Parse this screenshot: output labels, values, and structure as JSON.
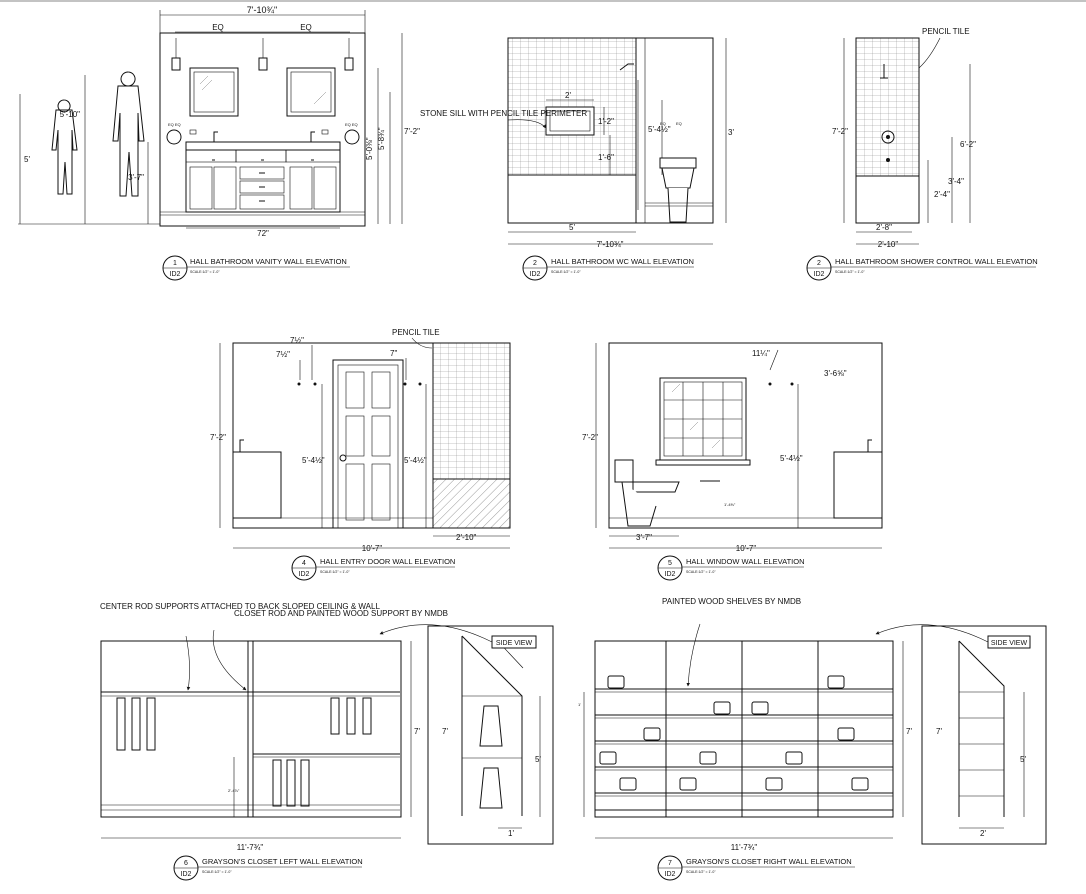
{
  "vanity": {
    "overall_width": "7'-10¾\"",
    "eq_left": "EQ",
    "eq_right": "EQ",
    "person_height": "5'",
    "person_tall": "5'-10\"",
    "counter_height": "3'-7\"",
    "cabinet_width": "72\"",
    "mirror_top": "5'-8¾\"",
    "mirror_center": "5'-0⅜\"",
    "wall_height": "7'-2\"",
    "eq_small": "EQ",
    "number": "1",
    "sheet": "ID2",
    "title": "HALL BATHROOM VANITY WALL ELEVATION",
    "scale": "SCALE:1/2\" = 1'-0\""
  },
  "wc": {
    "note": "STONE SILL WITH PENCIL TILE PERIMETER",
    "niche_width": "2'",
    "niche_height": "1'-2\"",
    "niche_above": "1'-6\"",
    "shower_width": "5'",
    "overall_width": "7'-10¾\"",
    "grab_height": "5'-4½\"",
    "wall_height": "3'",
    "eq": "EQ",
    "number": "2",
    "sheet": "ID2",
    "title": "HALL BATHROOM WC WALL ELEVATION",
    "scale": "SCALE:1/2\" = 1'-0\""
  },
  "shower": {
    "note": "PENCIL TILE",
    "wall_height": "7'-2\"",
    "head_height": "6'-2\"",
    "valve_height": "3'-4\"",
    "spout_height": "2'-4\"",
    "inner_width": "2'-8\"",
    "outer_width": "2'-10\"",
    "number": "2",
    "sheet": "ID2",
    "title": "HALL BATHROOM SHOWER CONTROL WALL ELEVATION",
    "scale": "SCALE:1/2\" = 1'-0\""
  },
  "entry": {
    "dim_a": "7½\"",
    "dim_b": "7½\"",
    "dim_c": "7\"",
    "note": "PENCIL TILE",
    "wall_height": "7'-2\"",
    "hook_left": "5'-4½\"",
    "hook_right": "5'-4½\"",
    "tile_width": "2'-10\"",
    "overall_width": "10'-7\"",
    "number": "4",
    "sheet": "ID2",
    "title": "HALL ENTRY DOOR WALL ELEVATION",
    "scale": "SCALE:1/2\" = 1'-0\""
  },
  "window": {
    "dim_a": "11¼\"",
    "dim_b": "3'-6⅝\"",
    "wall_height": "7'-2\"",
    "hook_height": "5'-4½\"",
    "tp_height": "1'-4⅝\"",
    "toilet_offset": "3'-7\"",
    "overall_width": "10'-7\"",
    "number": "5",
    "sheet": "ID2",
    "title": "HALL WINDOW WALL ELEVATION",
    "scale": "SCALE:1/2\" = 1'-0\""
  },
  "closet_left": {
    "note_a": "CENTER ROD SUPPORTS ATTACHED TO BACK SLOPED CEILING & WALL",
    "note_b": "CLOSET ROD AND PAINTED WOOD SUPPORT BY NMDB",
    "height": "7'",
    "rod_height": "2'-4⅞\"",
    "overall_width": "11'-7¾\"",
    "side_label": "SIDE VIEW",
    "side_height": "7'",
    "side_inner": "5'",
    "side_depth": "1'",
    "number": "6",
    "sheet": "ID2",
    "title": "GRAYSON'S CLOSET LEFT WALL ELEVATION",
    "scale": "SCALE:1/2\" = 1'-0\""
  },
  "closet_right": {
    "note": "PAINTED WOOD SHELVES BY NMDB",
    "height": "7'",
    "shelf_spacing": "1'",
    "overall_width": "11'-7¾\"",
    "side_label": "SIDE VIEW",
    "side_height": "7'",
    "side_inner": "5'",
    "side_depth": "2'",
    "number": "7",
    "sheet": "ID2",
    "title": "GRAYSON'S CLOSET RIGHT WALL ELEVATION",
    "scale": "SCALE:1/2\" = 1'-0\""
  }
}
